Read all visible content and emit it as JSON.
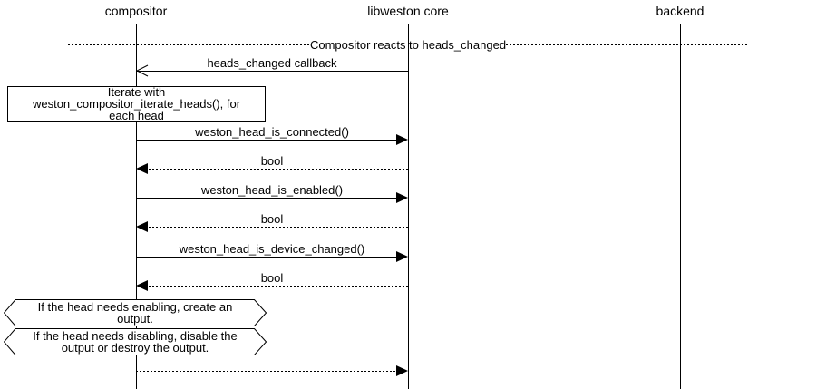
{
  "diagram": {
    "actors": [
      {
        "label": "compositor"
      },
      {
        "label": "libweston core"
      },
      {
        "label": "backend"
      }
    ],
    "divider": {
      "label": "Compositor reacts to heads_changed"
    },
    "messages": [
      {
        "label": "heads_changed callback",
        "from": "libweston core",
        "to": "compositor",
        "style": "solid-open-arrow"
      },
      {
        "label": "weston_head_is_connected()",
        "from": "compositor",
        "to": "libweston core",
        "style": "solid-filled-arrow"
      },
      {
        "label": "bool",
        "from": "libweston core",
        "to": "compositor",
        "style": "dotted-filled-arrow"
      },
      {
        "label": "weston_head_is_enabled()",
        "from": "compositor",
        "to": "libweston core",
        "style": "solid-filled-arrow"
      },
      {
        "label": "bool",
        "from": "libweston core",
        "to": "compositor",
        "style": "dotted-filled-arrow"
      },
      {
        "label": "weston_head_is_device_changed()",
        "from": "compositor",
        "to": "libweston core",
        "style": "solid-filled-arrow"
      },
      {
        "label": "bool",
        "from": "libweston core",
        "to": "compositor",
        "style": "dotted-filled-arrow"
      },
      {
        "label": "",
        "from": "compositor",
        "to": "libweston core",
        "style": "dotted-filled-arrow"
      }
    ],
    "note": {
      "text": "Iterate with\nweston_compositor_iterate_heads(), for\neach head"
    },
    "conditions": [
      {
        "text": "If the head needs enabling, create an\noutput."
      },
      {
        "text": "If the head needs disabling, disable the\noutput or destroy the output."
      }
    ]
  }
}
